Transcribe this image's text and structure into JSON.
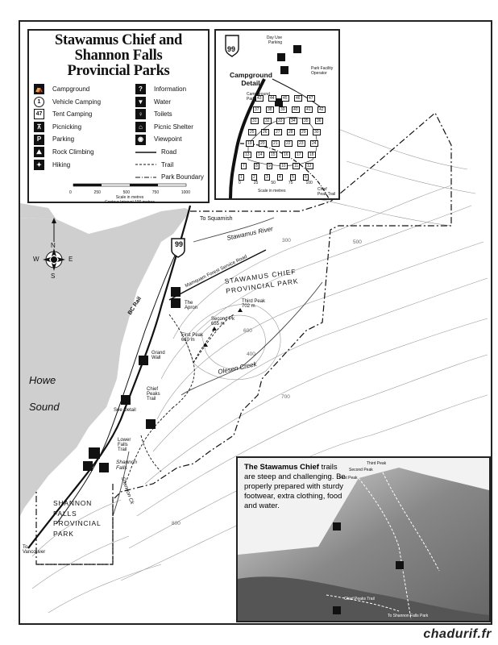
{
  "title_lines": [
    "Stawamus Chief and",
    "Shannon Falls",
    "Provincial Parks"
  ],
  "legend_left": [
    {
      "label": "Campground",
      "icon": "tent-icon",
      "glyph": "⛺"
    },
    {
      "label": "Vehicle Camping",
      "icon": "vehicle-camping-icon",
      "glyph": "1"
    },
    {
      "label": "Tent Camping",
      "icon": "tent-camping-icon",
      "glyph": "47"
    },
    {
      "label": "Picnicking",
      "icon": "picnic-table-icon",
      "glyph": "⊼"
    },
    {
      "label": "Parking",
      "icon": "parking-icon",
      "glyph": "P"
    },
    {
      "label": "Rock Climbing",
      "icon": "rock-climbing-icon",
      "glyph": "⛰"
    },
    {
      "label": "Hiking",
      "icon": "hiker-icon",
      "glyph": "✦"
    }
  ],
  "legend_right": [
    {
      "label": "Information",
      "icon": "information-icon",
      "glyph": "?"
    },
    {
      "label": "Water",
      "icon": "water-tap-icon",
      "glyph": "▼"
    },
    {
      "label": "Toilets",
      "icon": "toilets-icon",
      "glyph": "♀"
    },
    {
      "label": "Picnic Shelter",
      "icon": "picnic-shelter-icon",
      "glyph": "⌂"
    },
    {
      "label": "Viewpoint",
      "icon": "viewpoint-icon",
      "glyph": "◉"
    }
  ],
  "legend_lines": [
    {
      "label": "Road",
      "style": "solid"
    },
    {
      "label": "Trail",
      "style": "dashed"
    },
    {
      "label": "Park Boundary",
      "style": "dashdot"
    }
  ],
  "scale": {
    "ticks": [
      "0",
      "250",
      "500",
      "750",
      "1000"
    ],
    "caption": "Scale in metres",
    "contour": "Contour Interval 100 metres"
  },
  "campground_inset": {
    "title": "Campground Detail",
    "labels": {
      "day_use": "Day Use Parking",
      "campground_parking": "Campground Parking",
      "facility": "Park Facility Operator",
      "chief_peak_trail": "Chief Peak Trail",
      "scale": "Scale in metres"
    },
    "scale_ticks": [
      "0",
      "25",
      "50",
      "75",
      "100"
    ],
    "highway": "99",
    "sites": [
      "1",
      "2",
      "3",
      "4",
      "5",
      "6",
      "7",
      "8",
      "9",
      "10",
      "11",
      "12",
      "13",
      "14",
      "15",
      "16",
      "17",
      "18",
      "19",
      "20",
      "21",
      "22",
      "23",
      "24",
      "25",
      "26",
      "27",
      "28",
      "29",
      "30",
      "31",
      "32",
      "33",
      "34",
      "35",
      "36",
      "37",
      "38",
      "39",
      "40",
      "41",
      "42",
      "43",
      "44",
      "45",
      "46",
      "47"
    ]
  },
  "map_labels": {
    "to_squamish": "To Squamish",
    "stawamus_river": "Stawamus River",
    "mamquam_road": "Mamquam Forest Service Road",
    "bc_rail": "BC Rail",
    "park_name": "STAWAMUS CHIEF PROVINCIAL PARK",
    "the_apron": "The Apron",
    "third_peak": "Third Peak 702 m",
    "second_peak": "Second Pk 655 m",
    "first_peak": "First Peak 610 m",
    "grand_wall": "Grand Wall",
    "chief_peaks_trail": "Chief Peaks Trail",
    "see_detail": "See Detail",
    "howe": "Howe",
    "sound": "Sound",
    "lower_falls_trail": "Lower Falls Trail",
    "shannon_falls": "Shannon Falls",
    "shannon_ck": "Shannon Ck",
    "olesen_creek": "Olesen Creek",
    "shannon_park": "SHANNON FALLS PROVINCIAL PARK",
    "to_vancouver": "To Vancouver",
    "highway": "99",
    "contours": [
      "300",
      "400",
      "500",
      "600",
      "700",
      "800"
    ]
  },
  "compass": {
    "n": "N",
    "s": "S",
    "e": "E",
    "w": "W"
  },
  "chief_inset": {
    "warning_bold": "The Stawamus Chief",
    "warning_rest": "trails are steep and challenging. Be properly prepared with sturdy footwear, extra clothing, food and water.",
    "third_peak": "Third Peak",
    "second_peak": "Second Peak",
    "first_peak": "First Peak",
    "chief_peaks_trail": "Chief Peaks Trail",
    "to_shannon": "To Shannon Falls Park"
  },
  "watermark": "chadurif.fr"
}
